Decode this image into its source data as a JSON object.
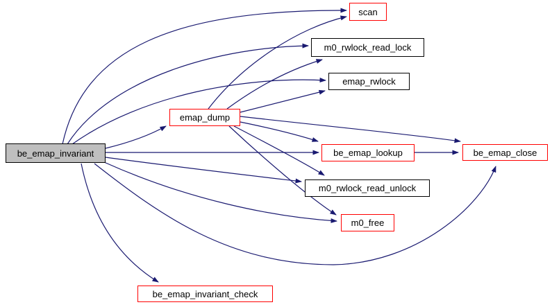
{
  "diagram": {
    "type": "call-graph",
    "root_function": "be_emap_invariant",
    "background": "#ffffff",
    "edge_color": "#191970",
    "text_color": "#000000",
    "root_fill": "#bfbfbf",
    "link_border": "#ff0000",
    "plain_border": "#000000",
    "nodes": [
      {
        "id": "be_emap_invariant",
        "label": "be_emap_invariant",
        "kind": "root"
      },
      {
        "id": "scan",
        "label": "scan",
        "kind": "link"
      },
      {
        "id": "m0_rwlock_read_lock",
        "label": "m0_rwlock_read_lock",
        "kind": "plain"
      },
      {
        "id": "emap_rwlock",
        "label": "emap_rwlock",
        "kind": "plain"
      },
      {
        "id": "emap_dump",
        "label": "emap_dump",
        "kind": "link"
      },
      {
        "id": "be_emap_lookup",
        "label": "be_emap_lookup",
        "kind": "link"
      },
      {
        "id": "be_emap_close",
        "label": "be_emap_close",
        "kind": "link"
      },
      {
        "id": "m0_rwlock_read_unlock",
        "label": "m0_rwlock_read_unlock",
        "kind": "plain"
      },
      {
        "id": "m0_free",
        "label": "m0_free",
        "kind": "link"
      },
      {
        "id": "be_emap_invariant_check",
        "label": "be_emap_invariant_check",
        "kind": "link"
      }
    ],
    "edges": [
      {
        "from": "be_emap_invariant",
        "to": "scan"
      },
      {
        "from": "be_emap_invariant",
        "to": "m0_rwlock_read_lock"
      },
      {
        "from": "be_emap_invariant",
        "to": "emap_rwlock"
      },
      {
        "from": "be_emap_invariant",
        "to": "emap_dump"
      },
      {
        "from": "be_emap_invariant",
        "to": "be_emap_lookup"
      },
      {
        "from": "be_emap_invariant",
        "to": "m0_rwlock_read_unlock"
      },
      {
        "from": "be_emap_invariant",
        "to": "m0_free"
      },
      {
        "from": "be_emap_invariant",
        "to": "be_emap_close"
      },
      {
        "from": "be_emap_invariant",
        "to": "be_emap_invariant_check"
      },
      {
        "from": "emap_dump",
        "to": "scan"
      },
      {
        "from": "emap_dump",
        "to": "m0_rwlock_read_lock"
      },
      {
        "from": "emap_dump",
        "to": "emap_rwlock"
      },
      {
        "from": "emap_dump",
        "to": "be_emap_lookup"
      },
      {
        "from": "emap_dump",
        "to": "be_emap_close"
      },
      {
        "from": "emap_dump",
        "to": "m0_rwlock_read_unlock"
      },
      {
        "from": "emap_dump",
        "to": "m0_free"
      },
      {
        "from": "be_emap_lookup",
        "to": "be_emap_close"
      }
    ]
  }
}
